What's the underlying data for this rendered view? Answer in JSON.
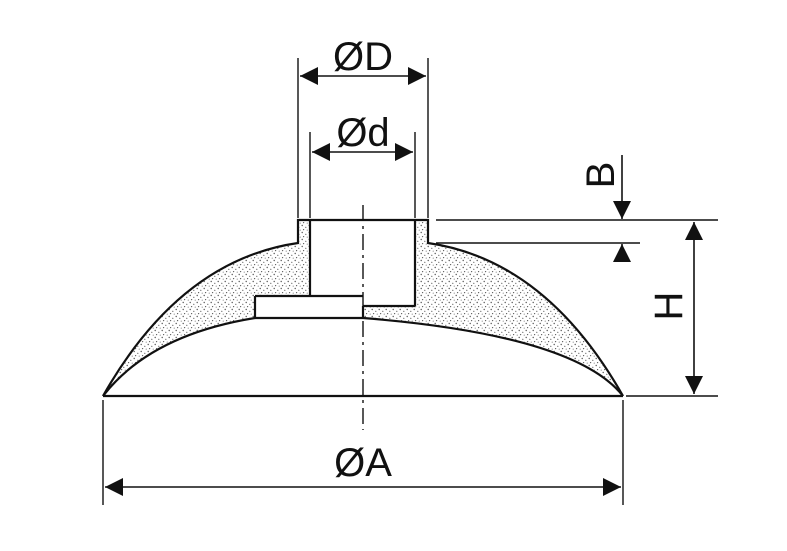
{
  "labels": {
    "outer_diameter": "ØA",
    "hub_diameter": "ØD",
    "bore_diameter": "Ød",
    "height": "H",
    "hub_height": "B"
  },
  "colors": {
    "line": "#111111",
    "grain_dot": "#555555",
    "background": "#ffffff"
  }
}
